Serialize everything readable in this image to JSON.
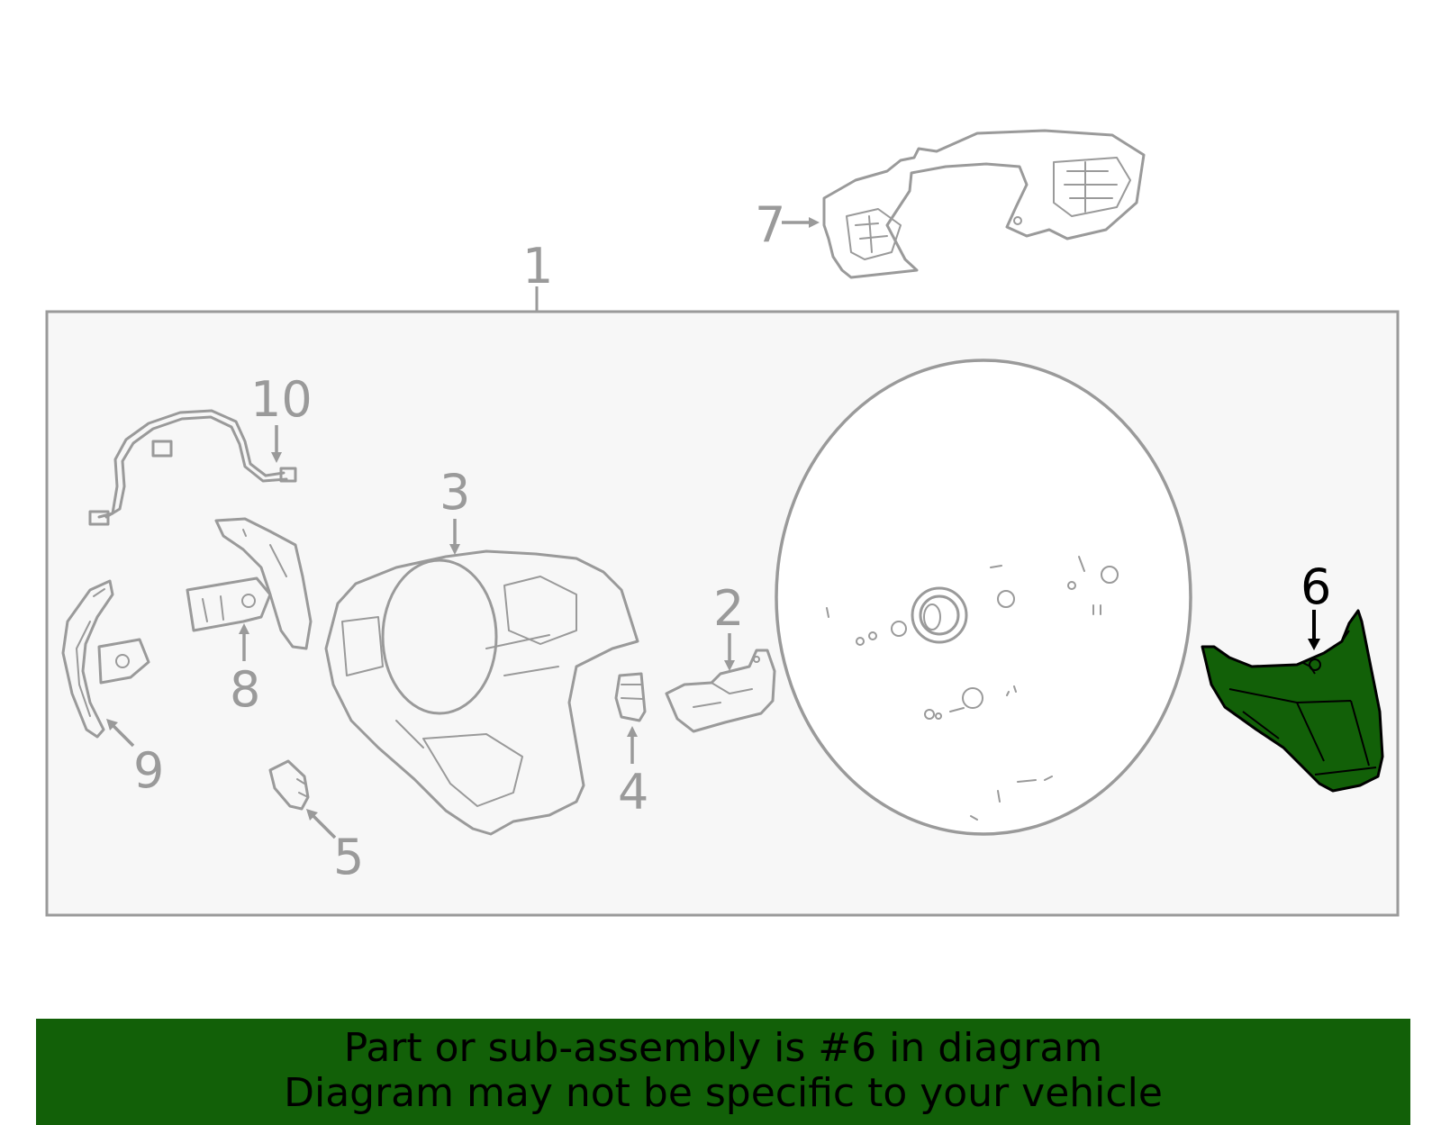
{
  "diagram": {
    "assembly_label": "1",
    "highlighted_part": "6",
    "callouts": [
      "1",
      "2",
      "3",
      "4",
      "5",
      "6",
      "7",
      "8",
      "9",
      "10"
    ],
    "colors": {
      "line": "#9a9a9a",
      "box_fill": "#f7f7f7",
      "highlight_fill": "#126008",
      "highlight_stroke": "#000000"
    }
  },
  "banner": {
    "line1": "Part or sub-assembly is #6 in diagram",
    "line2": "Diagram may not be specific to your vehicle",
    "background": "#126008"
  }
}
